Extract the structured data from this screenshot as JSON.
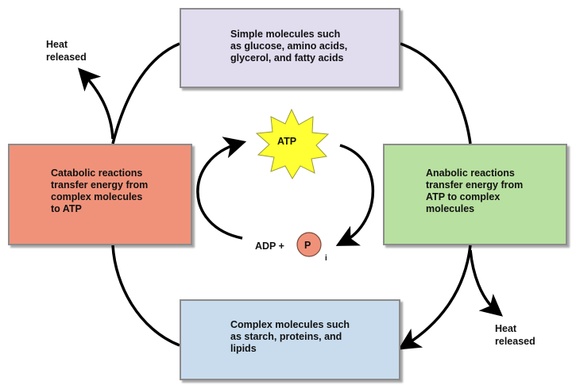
{
  "boxes": {
    "simple": {
      "text": "Simple molecules such\nas glucose, amino acids,\nglycerol, and fatty acids",
      "color": "#e1dcee"
    },
    "catabolic": {
      "text": "Catabolic reactions\ntransfer energy from\ncomplex molecules\nto ATP",
      "color": "#f0927a"
    },
    "anabolic": {
      "text": "Anabolic reactions\ntransfer energy from\nATP to complex\nmolecules",
      "color": "#b8e0a0"
    },
    "complex": {
      "text": "Complex molecules such\nas starch, proteins, and\nlipids",
      "color": "#c8dcee"
    }
  },
  "labels": {
    "heat_left": "Heat\nreleased",
    "heat_right": "Heat\nreleased",
    "atp": "ATP",
    "adp": "ADP +",
    "phosphate": "P",
    "phosphate_subscript": "i"
  },
  "colors": {
    "atp_star": "#ffff33",
    "phosphate_circle": "#f0927a",
    "arrow": "#000000"
  }
}
